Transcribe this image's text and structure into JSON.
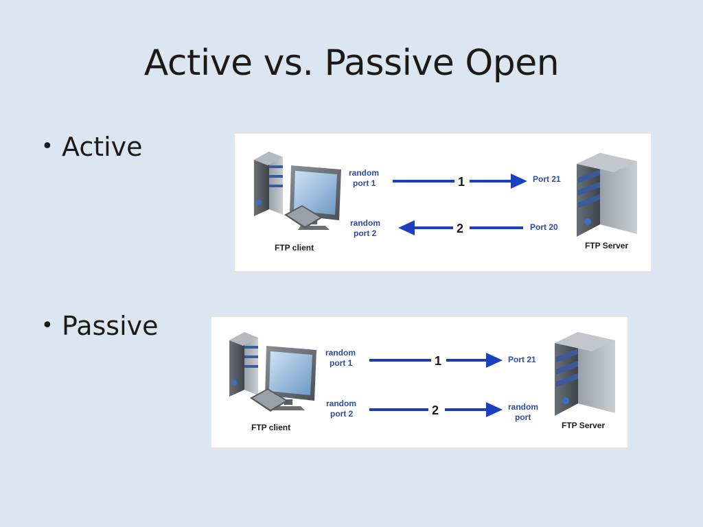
{
  "title": "Active vs. Passive Open",
  "bullets": {
    "active": "Active",
    "passive": "Passive"
  },
  "bullet_glyph": "•",
  "colors": {
    "background": "#dce6f0",
    "arrow": "#1a3fbf",
    "label": "#2b4aa6"
  },
  "diagrams": {
    "active": {
      "client_caption": "FTP client",
      "server_caption": "FTP Server",
      "conn1": {
        "client_port": [
          "random",
          "port 1"
        ],
        "number": "1",
        "server_port": [
          "Port 21"
        ],
        "direction": "client-to-server"
      },
      "conn2": {
        "client_port": [
          "random",
          "port 2"
        ],
        "number": "2",
        "server_port": [
          "Port 20"
        ],
        "direction": "server-to-client"
      }
    },
    "passive": {
      "client_caption": "FTP client",
      "server_caption": "FTP Server",
      "conn1": {
        "client_port": [
          "random",
          "port 1"
        ],
        "number": "1",
        "server_port": [
          "Port 21"
        ],
        "direction": "client-to-server"
      },
      "conn2": {
        "client_port": [
          "random",
          "port 2"
        ],
        "number": "2",
        "server_port": [
          "random",
          "port"
        ],
        "direction": "client-to-server"
      }
    }
  }
}
